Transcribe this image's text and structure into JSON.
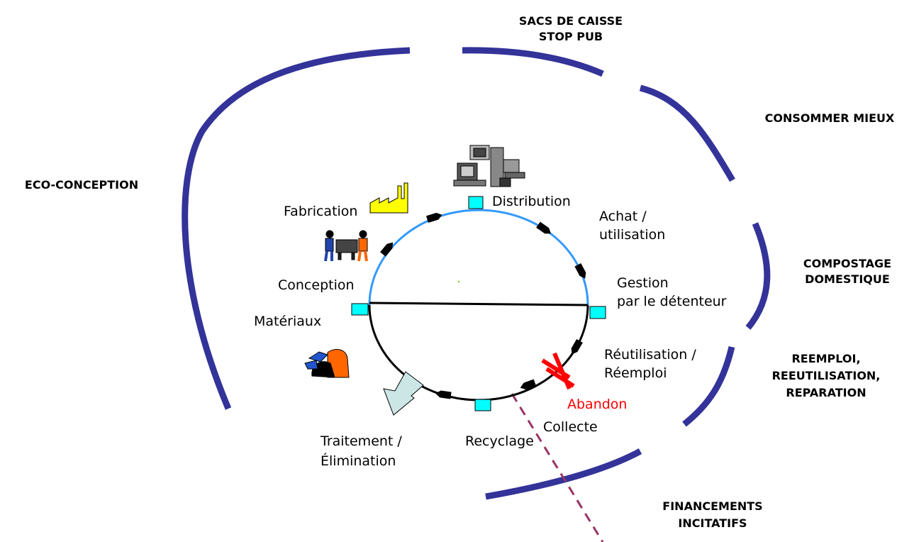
{
  "outer_labels": {
    "sacs_line1": "SACS DE CAISSE",
    "sacs_line2": "STOP PUB",
    "consommer": "CONSOMMER MIEUX",
    "eco": "ECO-CONCEPTION",
    "compost_line1": "COMPOSTAGE",
    "compost_line2": "DOMESTIQUE",
    "reemploi_line1": "REEMPLOI,",
    "reemploi_line2": "REEUTILISATION,",
    "reemploi_line3": "REPARATION",
    "fin_line1": "FINANCEMENTS",
    "fin_line2": "INCITATIFS"
  },
  "cycle_labels": {
    "fabrication": "Fabrication",
    "distribution": "Distribution",
    "achat_line1": "Achat /",
    "achat_line2": "utilisation",
    "gestion_line1": "Gestion",
    "gestion_line2": "par le détenteur",
    "conception": "Conception",
    "materiaux": "Matériaux",
    "reutilisation_line1": "Réutilisation /",
    "reutilisation_line2": "Réemploi",
    "abandon": "Abandon",
    "collecte": "Collecte",
    "recyclage": "Recyclage",
    "traitement_line1": "Traitement /",
    "traitement_line2": "Élimination"
  },
  "colors": {
    "outer_arc": "#333399",
    "upper_arc": "#3399ff",
    "lower_arc": "#000000",
    "node": "#00ffff",
    "abandon": "#ff0000",
    "dashed": "#993366",
    "factory": "#ffff00"
  },
  "icons": [
    "computers-icon",
    "factory-icon",
    "workers-icon",
    "bags-icon",
    "broken-link-icon",
    "treatment-arrow-icon"
  ]
}
